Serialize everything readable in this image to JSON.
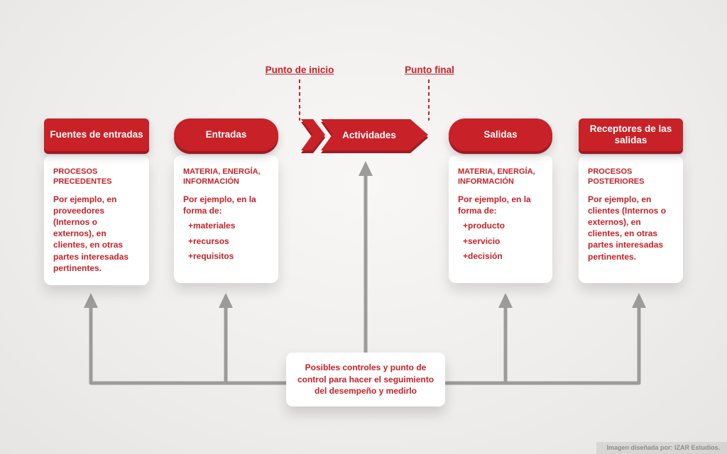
{
  "diagram": {
    "annotations": {
      "start_label": "Punto de inicio",
      "end_label": "Punto final"
    },
    "columns": [
      {
        "header": "Fuentes de entradas",
        "subtitle": "PROCESOS PRECEDENTES",
        "body": "Por ejemplo, en proveedores (Internos o externos), en clientes, en otras partes interesadas pertinentes.",
        "items": []
      },
      {
        "header": "Entradas",
        "subtitle": "MATERIA, ENERGÍA, INFORMACIÓN",
        "body": "Por ejemplo, en la forma de:",
        "items": [
          "+materiales",
          "+recursos",
          "+requisitos"
        ]
      },
      {
        "header": "Actividades"
      },
      {
        "header": "Salidas",
        "subtitle": "MATERIA, ENERGÍA, INFORMACIÓN",
        "body": "Por ejemplo, en la forma de:",
        "items": [
          "+producto",
          "+servicio",
          "+decisión"
        ]
      },
      {
        "header": "Receptores de las salidas",
        "subtitle": "PROCESOS POSTERIORES",
        "body": "Por ejemplo, en clientes (Internos o externos), en clientes, en otras partes interesadas pertinentes.",
        "items": []
      }
    ],
    "control_box_text": "Posibles controles y punto de control para hacer el seguimiento del desempeño y medirlo",
    "credit": "Imagen diseñada por: IZAR Estudios.",
    "colors": {
      "red": "#c82127",
      "red_dark": "#9e1a20",
      "arrow_gray": "#9b9b9b",
      "background": "#f2f0ef"
    }
  }
}
